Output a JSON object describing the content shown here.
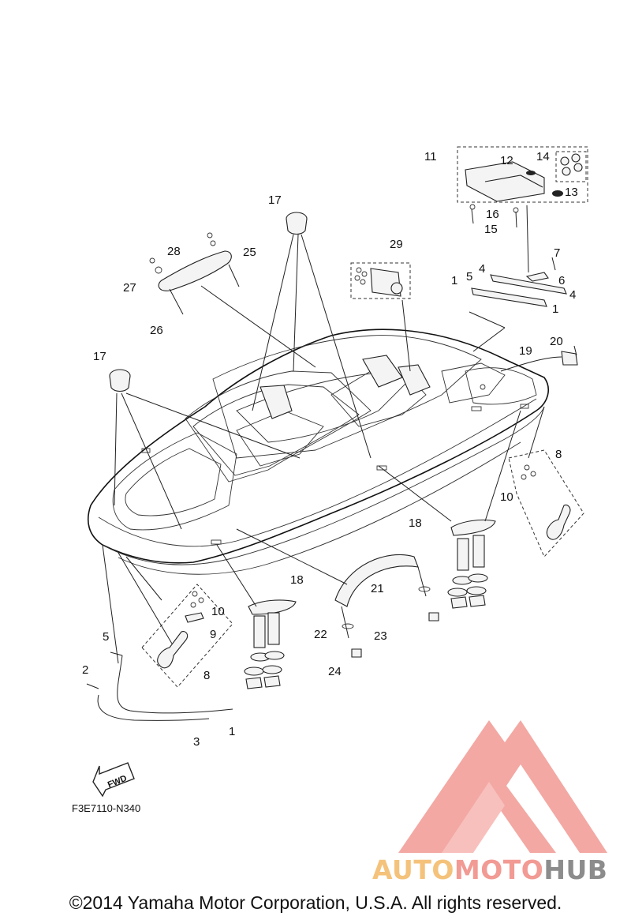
{
  "diagram": {
    "diagram_code": "F3E7110-N340",
    "fwd_label": "FWD",
    "copyright": "©2014 Yamaha Motor Corporation, U.S.A. All rights reserved.",
    "watermark": {
      "part1": "AUTO",
      "part2": "MOTO",
      "part3": "HUB"
    },
    "colors": {
      "line": "#222222",
      "watermark_red": "#f29a94",
      "watermark_orange": "#f4c27a",
      "watermark_gray": "#8c8c8c"
    },
    "labels": {
      "n1a": "1",
      "n1b": "1",
      "n1c": "1",
      "n2": "2",
      "n3": "3",
      "n4a": "4",
      "n4b": "4",
      "n5a": "5",
      "n5b": "5",
      "n6": "6",
      "n7": "7",
      "n8a": "8",
      "n8b": "8",
      "n9": "9",
      "n10a": "10",
      "n10b": "10",
      "n11": "11",
      "n12": "12",
      "n13": "13",
      "n14": "14",
      "n15": "15",
      "n16": "16",
      "n17a": "17",
      "n17b": "17",
      "n18a": "18",
      "n18b": "18",
      "n19": "19",
      "n20": "20",
      "n21": "21",
      "n22": "22",
      "n23": "23",
      "n24": "24",
      "n25": "25",
      "n26": "26",
      "n27": "27",
      "n28": "28",
      "n29": "29"
    }
  }
}
